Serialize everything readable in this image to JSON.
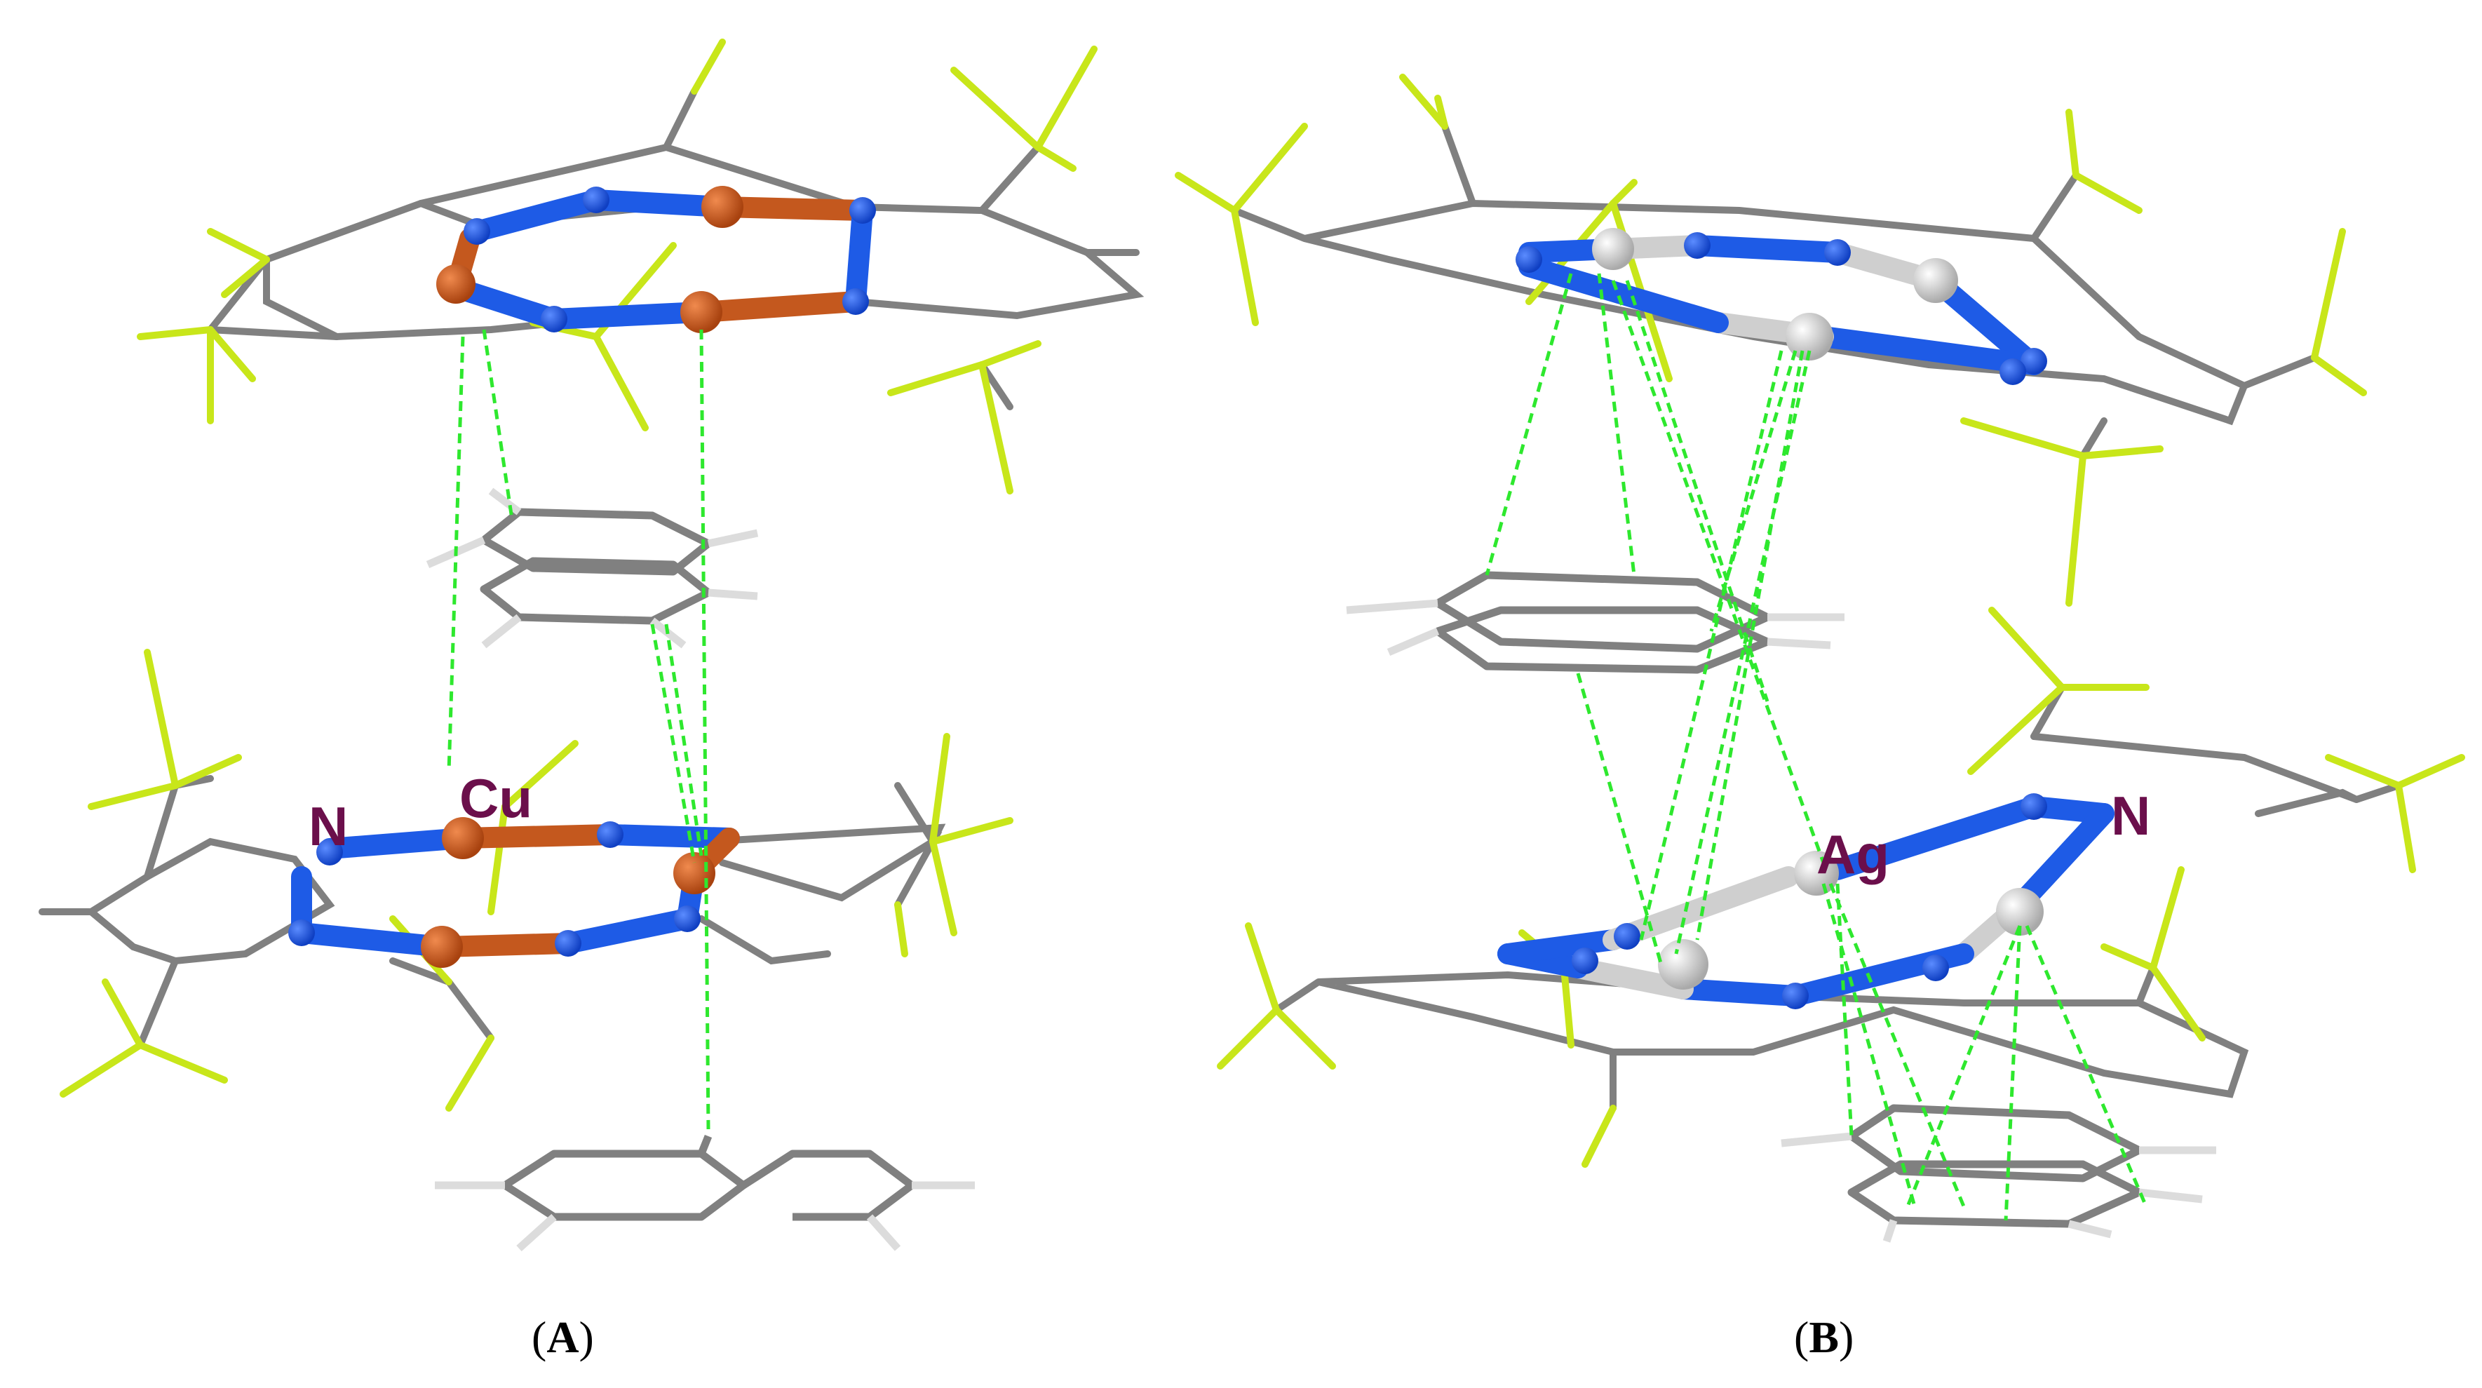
{
  "panels": [
    {
      "letter": "A",
      "metal_label": "Cu",
      "nitrogen_label": "N"
    },
    {
      "letter": "B",
      "metal_label": "Ag",
      "nitrogen_label": "N"
    }
  ],
  "colors": {
    "nitrogen": "#1e5be6",
    "copper": "#c4581e",
    "silver": "#cfcfcf",
    "carbon": "#808080",
    "hydrogen": "#dcdcdc",
    "fluorine": "#c8e61a",
    "contact": "#2ee82e",
    "label": "#6b0f4b"
  }
}
